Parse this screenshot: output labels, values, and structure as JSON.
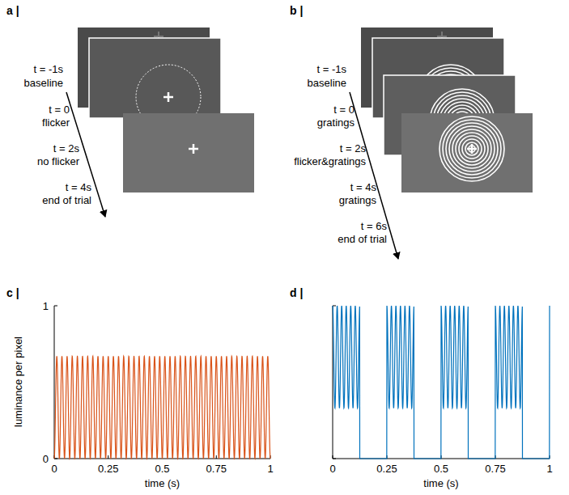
{
  "diagram": {
    "labels": [
      "a |",
      "t = -1s",
      "baseline",
      "t = 0",
      "flicker",
      "t = 2s",
      "no flicker",
      "t = 4s",
      "end of trial",
      "b |",
      "t = -1s",
      "baseline",
      "t = 0",
      "gratings",
      "t = 2s",
      "flicker&gratings",
      "t = 4s",
      "gratings",
      "t = 6s",
      "end of trial",
      "c |",
      "luminance per pixel",
      "1",
      "0",
      "0",
      "0.25",
      "0.5",
      "0.75",
      "1",
      "time (s)",
      "d |",
      "0",
      "0.25",
      "0.5",
      "0.75",
      "1",
      "time (s)"
    ]
  }
}
